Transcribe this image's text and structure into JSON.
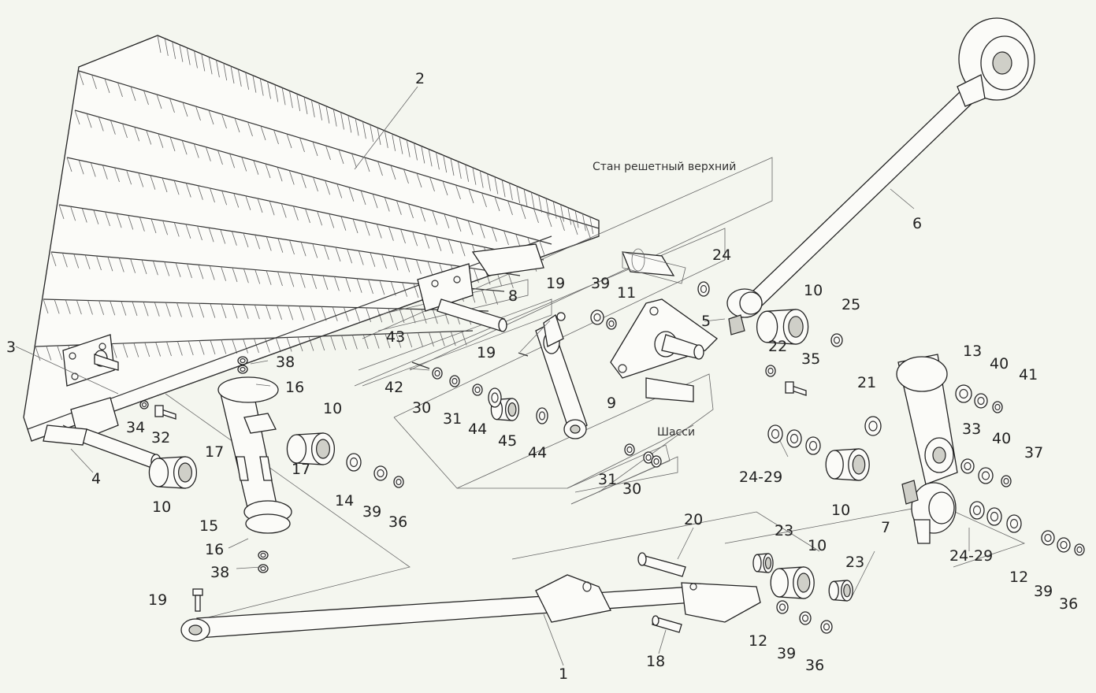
{
  "labels": {
    "upper_frame": "Стан решетный верхний",
    "chassis": "Шасси"
  },
  "callouts": [
    {
      "id": "c1",
      "text": "1"
    },
    {
      "id": "c2",
      "text": "2"
    },
    {
      "id": "c3",
      "text": "3"
    },
    {
      "id": "c4",
      "text": "4"
    },
    {
      "id": "c5",
      "text": "5"
    },
    {
      "id": "c6",
      "text": "6"
    },
    {
      "id": "c7",
      "text": "7"
    },
    {
      "id": "c8",
      "text": "8"
    },
    {
      "id": "c9",
      "text": "9"
    },
    {
      "id": "c10a",
      "text": "10"
    },
    {
      "id": "c10b",
      "text": "10"
    },
    {
      "id": "c10c",
      "text": "10"
    },
    {
      "id": "c10d",
      "text": "10"
    },
    {
      "id": "c10e",
      "text": "10"
    },
    {
      "id": "c11",
      "text": "11"
    },
    {
      "id": "c12a",
      "text": "12"
    },
    {
      "id": "c12b",
      "text": "12"
    },
    {
      "id": "c13",
      "text": "13"
    },
    {
      "id": "c14",
      "text": "14"
    },
    {
      "id": "c15",
      "text": "15"
    },
    {
      "id": "c16a",
      "text": "16"
    },
    {
      "id": "c16b",
      "text": "16"
    },
    {
      "id": "c17a",
      "text": "17"
    },
    {
      "id": "c17b",
      "text": "17"
    },
    {
      "id": "c18",
      "text": "18"
    },
    {
      "id": "c19a",
      "text": "19"
    },
    {
      "id": "c19b",
      "text": "19"
    },
    {
      "id": "c19c",
      "text": "19"
    },
    {
      "id": "c20",
      "text": "20"
    },
    {
      "id": "c21",
      "text": "21"
    },
    {
      "id": "c22",
      "text": "22"
    },
    {
      "id": "c23a",
      "text": "23"
    },
    {
      "id": "c23b",
      "text": "23"
    },
    {
      "id": "c24",
      "text": "24"
    },
    {
      "id": "c2429a",
      "text": "24-29"
    },
    {
      "id": "c2429b",
      "text": "24-29"
    },
    {
      "id": "c25",
      "text": "25"
    },
    {
      "id": "c30a",
      "text": "30"
    },
    {
      "id": "c30b",
      "text": "30"
    },
    {
      "id": "c31a",
      "text": "31"
    },
    {
      "id": "c31b",
      "text": "31"
    },
    {
      "id": "c32",
      "text": "32"
    },
    {
      "id": "c33",
      "text": "33"
    },
    {
      "id": "c34",
      "text": "34"
    },
    {
      "id": "c35",
      "text": "35"
    },
    {
      "id": "c36a",
      "text": "36"
    },
    {
      "id": "c36b",
      "text": "36"
    },
    {
      "id": "c36c",
      "text": "36"
    },
    {
      "id": "c37",
      "text": "37"
    },
    {
      "id": "c38a",
      "text": "38"
    },
    {
      "id": "c38b",
      "text": "38"
    },
    {
      "id": "c39a",
      "text": "39"
    },
    {
      "id": "c39b",
      "text": "39"
    },
    {
      "id": "c39c",
      "text": "39"
    },
    {
      "id": "c39d",
      "text": "39"
    },
    {
      "id": "c40a",
      "text": "40"
    },
    {
      "id": "c40b",
      "text": "40"
    },
    {
      "id": "c41",
      "text": "41"
    },
    {
      "id": "c42",
      "text": "42"
    },
    {
      "id": "c43",
      "text": "43"
    },
    {
      "id": "c44a",
      "text": "44"
    },
    {
      "id": "c44b",
      "text": "44"
    },
    {
      "id": "c45",
      "text": "45"
    }
  ]
}
